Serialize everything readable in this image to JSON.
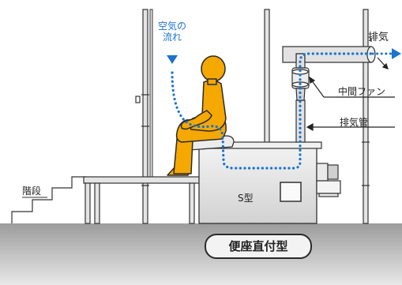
{
  "labels": {
    "air_flow": "空気の流れ",
    "exhaust": "排気",
    "middle_fan": "中間ファン",
    "exhaust_pipe": "排気管",
    "stairs": "階段",
    "model": "S型",
    "title": "便座直付型"
  },
  "colors": {
    "air_flow": "#1a73d1",
    "person": "#f5a800",
    "person_outline": "#2a2a2a",
    "floor": "#b3b3b3",
    "tank": "#e6e6e6",
    "pipe": "#dcdcdc"
  },
  "icons": [
    "person-figure",
    "airflow-arrow",
    "exhaust-arrow",
    "fan-unit"
  ]
}
